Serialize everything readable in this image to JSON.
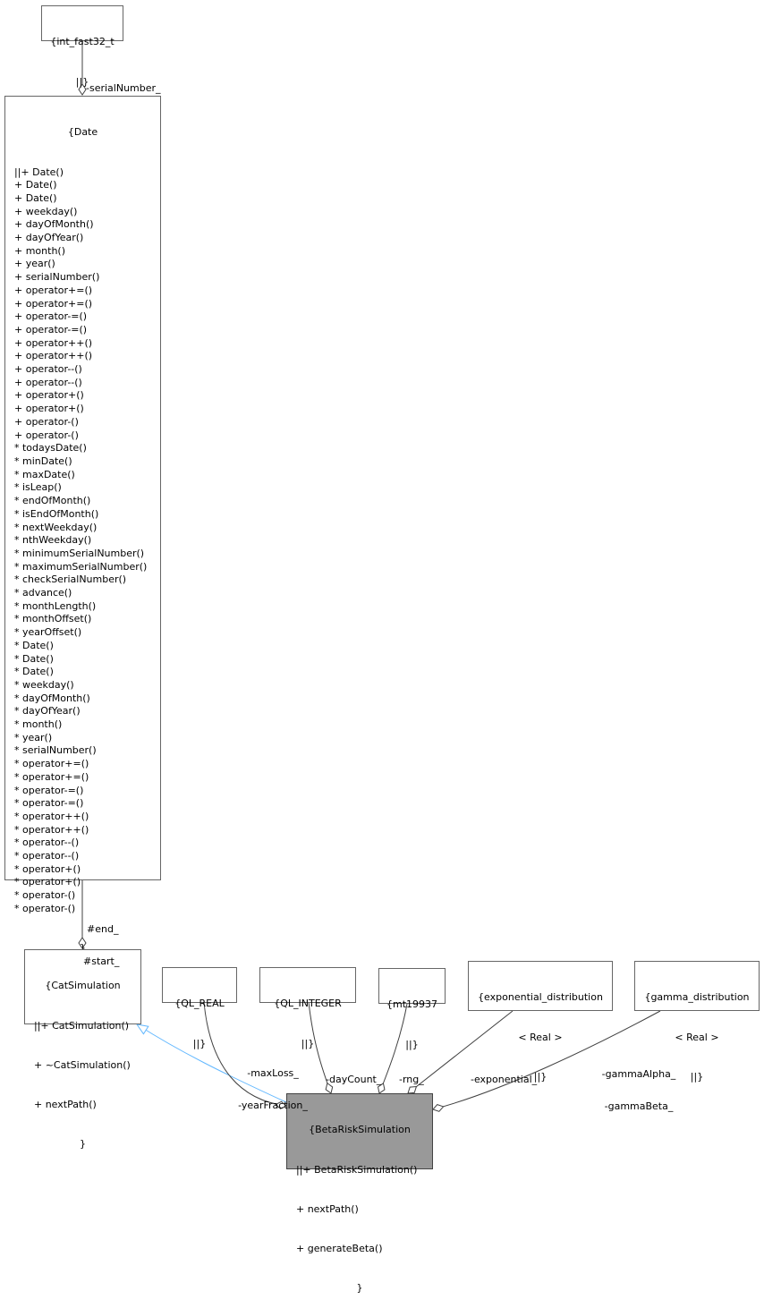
{
  "nodes": {
    "int_fast32": {
      "lines": [
        "{int_fast32_t",
        "||}"
      ]
    },
    "date": {
      "title": "{Date",
      "members": [
        "||+ Date()",
        "+ Date()",
        "+ Date()",
        "+ weekday()",
        "+ dayOfMonth()",
        "+ dayOfYear()",
        "+ month()",
        "+ year()",
        "+ serialNumber()",
        "+ operator+=()",
        "+ operator+=()",
        "+ operator-=()",
        "+ operator-=()",
        "+ operator++()",
        "+ operator++()",
        "+ operator--()",
        "+ operator--()",
        "+ operator+()",
        "+ operator+()",
        "+ operator-()",
        "+ operator-()",
        "* todaysDate()",
        "* minDate()",
        "* maxDate()",
        "* isLeap()",
        "* endOfMonth()",
        "* isEndOfMonth()",
        "* nextWeekday()",
        "* nthWeekday()",
        "* minimumSerialNumber()",
        "* maximumSerialNumber()",
        "* checkSerialNumber()",
        "* advance()",
        "* monthLength()",
        "* monthOffset()",
        "* yearOffset()",
        "* Date()",
        "* Date()",
        "* Date()",
        "* weekday()",
        "* dayOfMonth()",
        "* dayOfYear()",
        "* month()",
        "* year()",
        "* serialNumber()",
        "* operator+=()",
        "* operator+=()",
        "* operator-=()",
        "* operator-=()",
        "* operator++()",
        "* operator++()",
        "* operator--()",
        "* operator--()",
        "* operator+()",
        "* operator+()",
        "* operator-()",
        "* operator-()"
      ],
      "closing": "}"
    },
    "catsim": {
      "title": "{CatSimulation",
      "members": [
        "||+ CatSimulation()",
        "+ ~CatSimulation()",
        "+ nextPath()"
      ],
      "closing": "}"
    },
    "ql_real": {
      "lines": [
        "{QL_REAL",
        "||}"
      ]
    },
    "ql_integer": {
      "lines": [
        "{QL_INTEGER",
        "||}"
      ]
    },
    "mt19937": {
      "lines": [
        "{mt19937",
        "||}"
      ]
    },
    "exp_dist": {
      "lines": [
        "{exponential_distribution",
        "< Real >",
        "||}"
      ]
    },
    "gamma_dist": {
      "lines": [
        "{gamma_distribution",
        "< Real >",
        "||}"
      ]
    },
    "betarisk": {
      "title": "{BetaRiskSimulation",
      "members": [
        "||+ BetaRiskSimulation()",
        "+ nextPath()",
        "+ generateBeta()"
      ],
      "closing": "}"
    }
  },
  "edge_labels": {
    "serial": [
      "-serialNumber_"
    ],
    "startend": [
      "#end_",
      "#start_"
    ],
    "maxloss": [
      "-maxLoss_",
      "-yearFraction_"
    ],
    "daycount": [
      "-dayCount_"
    ],
    "rng": [
      "-rng_"
    ],
    "exponential": [
      "-exponential_"
    ],
    "gamma": [
      "-gammaAlpha_",
      "-gammaBeta_"
    ]
  },
  "colors": {
    "edge": "#404040",
    "inheritance": "#63b8ff",
    "highlight_fill": "#999999"
  }
}
